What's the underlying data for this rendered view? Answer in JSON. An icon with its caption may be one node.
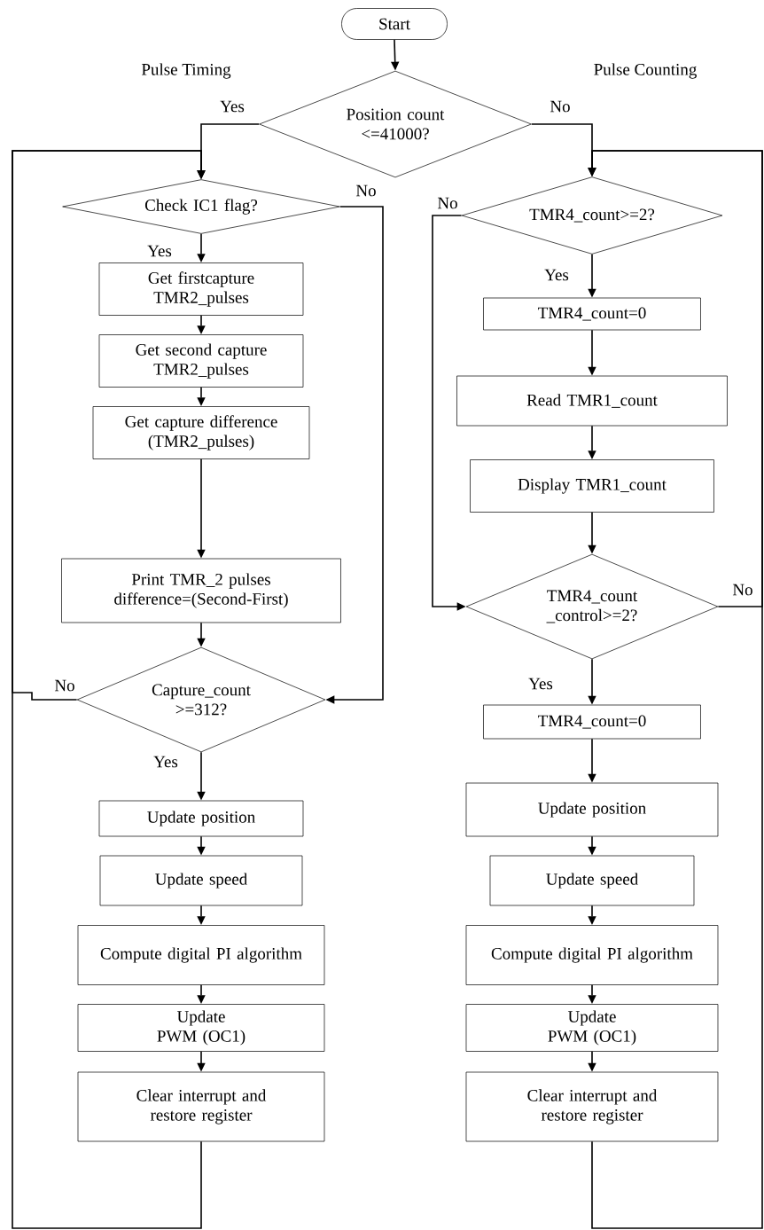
{
  "diagram": {
    "nodes": [
      {
        "text": [
          "Start"
        ]
      },
      {
        "text": [
          "Position count <=41000?"
        ]
      },
      {
        "text": [
          "Check IC1 flag?"
        ]
      },
      {
        "text": [
          "Get firstcapture TMR2_pulses"
        ]
      },
      {
        "text": [
          "Get second capture TMR2_pulses"
        ]
      },
      {
        "text": [
          "Get capture difference (TMR2_pulses)"
        ]
      },
      {
        "text": [
          "Print TMR_2 pulses difference=(Second-First)"
        ]
      },
      {
        "text": [
          "Capture_count >=312?"
        ]
      },
      {
        "text": [
          "Update position"
        ]
      },
      {
        "text": [
          "Update speed"
        ]
      },
      {
        "text": [
          "Compute digital PI algorithm"
        ]
      },
      {
        "text": [
          "Update PWM (OC1)"
        ]
      },
      {
        "text": [
          "Clear interrupt and restore register"
        ]
      },
      {
        "text": [
          "TMR4_count>=2?"
        ]
      },
      {
        "text": [
          "TMR4_count=0"
        ]
      },
      {
        "text": [
          "Read TMR1_count"
        ]
      },
      {
        "text": [
          "Display TMR1_count"
        ]
      },
      {
        "text": [
          "TMR4_count _control>=2?"
        ]
      },
      {
        "text": [
          "TMR4_count=0"
        ]
      },
      {
        "text": [
          "Update position"
        ]
      },
      {
        "text": [
          "Update speed"
        ]
      },
      {
        "text": [
          "Compute digital PI algorithm"
        ]
      },
      {
        "text": [
          "Update PWM (OC1)"
        ]
      },
      {
        "text": [
          "Clear interrupt and restore register"
        ]
      }
    ],
    "edges": [
      {
        "from": 0,
        "to": 1,
        "arrow": "to"
      },
      {
        "from": 1,
        "to": 2,
        "arrow": "to",
        "label": "Yes"
      },
      {
        "from": 1,
        "to": 13,
        "arrow": "to",
        "label": "No"
      },
      {
        "from": 2,
        "to": 3,
        "arrow": "to",
        "label": "Yes"
      },
      {
        "from": 3,
        "to": 4,
        "arrow": "to"
      },
      {
        "from": 4,
        "to": 5,
        "arrow": "to"
      },
      {
        "from": 5,
        "to": 6,
        "arrow": "to"
      },
      {
        "from": 6,
        "to": 7,
        "arrow": "to"
      },
      {
        "from": 2,
        "to": 7,
        "arrow": "to",
        "label": "No"
      },
      {
        "from": 7,
        "to": 8,
        "arrow": "to",
        "label": "Yes"
      },
      {
        "from": 8,
        "to": 9,
        "arrow": "to"
      },
      {
        "from": 9,
        "to": 10,
        "arrow": "to"
      },
      {
        "from": 10,
        "to": 11,
        "arrow": "to"
      },
      {
        "from": 11,
        "to": 12,
        "arrow": "to"
      },
      {
        "from": 12,
        "to": 2,
        "arrow": "to"
      },
      {
        "from": 7,
        "to": 2,
        "arrow": "to",
        "label": "No"
      },
      {
        "from": 13,
        "to": 14,
        "arrow": "to",
        "label": "Yes"
      },
      {
        "from": 14,
        "to": 15,
        "arrow": "to"
      },
      {
        "from": 15,
        "to": 16,
        "arrow": "to"
      },
      {
        "from": 16,
        "to": 17,
        "arrow": "to"
      },
      {
        "from": 13,
        "to": 17,
        "arrow": "to",
        "label": "No"
      },
      {
        "from": 17,
        "to": 18,
        "arrow": "to",
        "label": "Yes"
      },
      {
        "from": 18,
        "to": 19,
        "arrow": "to"
      },
      {
        "from": 19,
        "to": 20,
        "arrow": "to"
      },
      {
        "from": 20,
        "to": 21,
        "arrow": "to"
      },
      {
        "from": 21,
        "to": 22,
        "arrow": "to"
      },
      {
        "from": 22,
        "to": 23,
        "arrow": "to"
      },
      {
        "from": 23,
        "to": 13,
        "arrow": "to"
      },
      {
        "from": 17,
        "to": 13,
        "arrow": "to",
        "label": "No"
      }
    ],
    "labels": [
      "Pulse Timing",
      "Pulse Counting"
    ]
  }
}
